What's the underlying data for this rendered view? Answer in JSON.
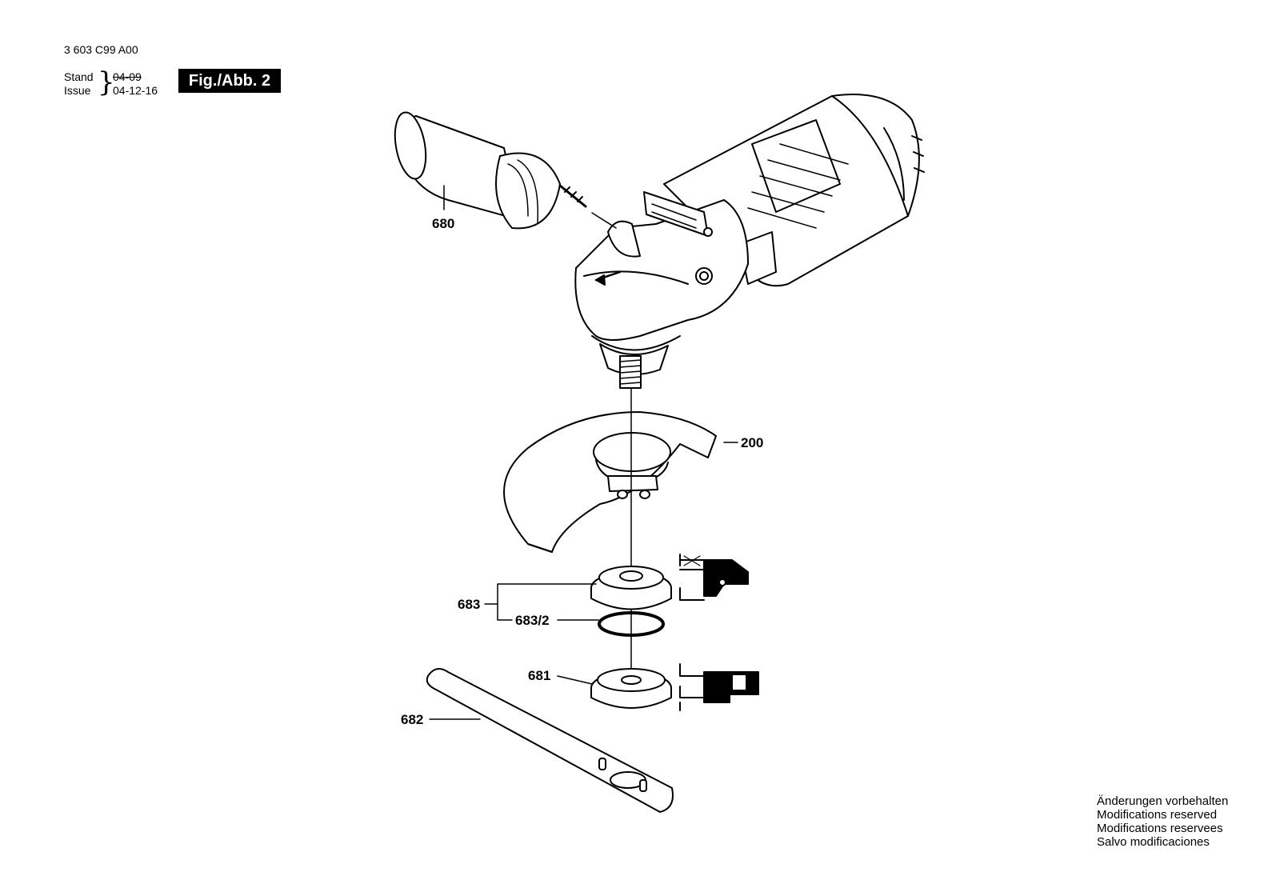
{
  "header": {
    "doc_number": "3 603 C99 A00",
    "stand_label": "Stand",
    "issue_label": "Issue",
    "stand_old_date": "04-09",
    "issue_date": "04-12-16",
    "figure_label": "Fig./Abb. 2"
  },
  "parts": {
    "handle": "680",
    "guard": "200",
    "flange_assembly": "683",
    "o_ring": "683/2",
    "clamping_nut": "681",
    "spanner": "682"
  },
  "notes": [
    "Änderungen vorbehalten",
    "Modifications reserved",
    "Modifications reservees",
    "Salvo modificaciones"
  ],
  "colors": {
    "line": "#000000",
    "paper": "#ffffff"
  }
}
